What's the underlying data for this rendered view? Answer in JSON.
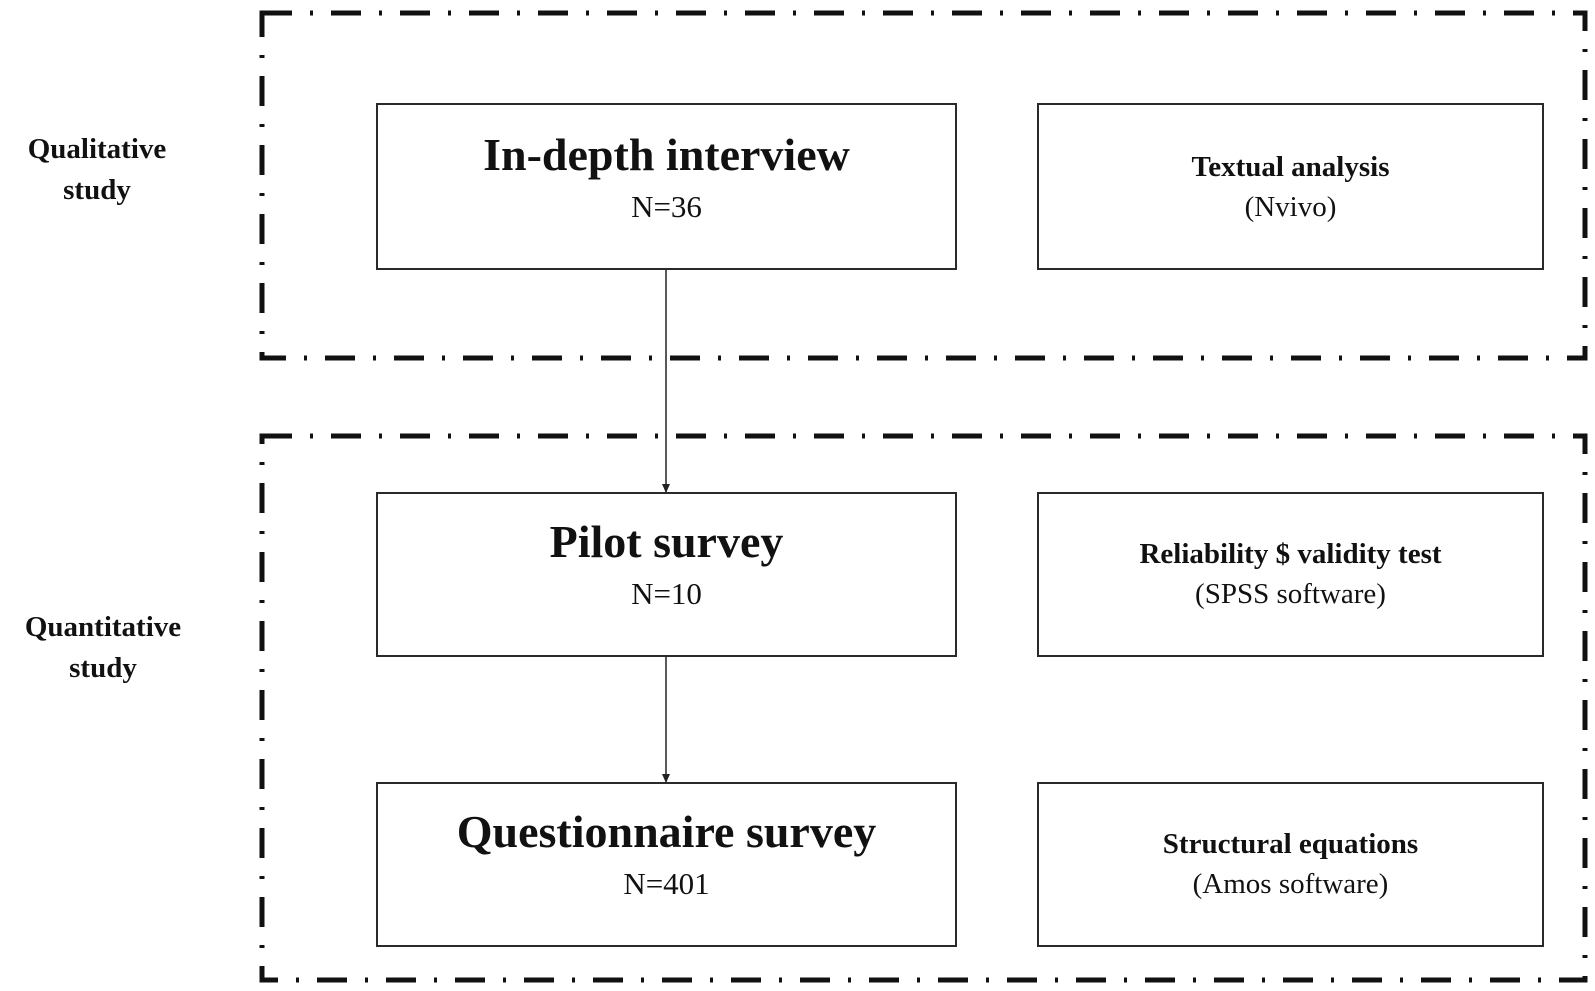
{
  "qualitative": {
    "label_line1": "Qualitative",
    "label_line2": "study",
    "step": {
      "title": "In-depth interview",
      "n": "N=36"
    },
    "analysis": {
      "title": "Textual analysis",
      "tool": "(Nvivo)"
    }
  },
  "quantitative": {
    "label_line1": "Quantitative",
    "label_line2": "study",
    "steps": [
      {
        "title": "Pilot survey",
        "n": "N=10"
      },
      {
        "title": "Questionnaire survey",
        "n": "N=401"
      }
    ],
    "analyses": [
      {
        "title": "Reliability $ validity test",
        "tool": "(SPSS software)"
      },
      {
        "title": "Structural equations",
        "tool": "(Amos software)"
      }
    ]
  }
}
